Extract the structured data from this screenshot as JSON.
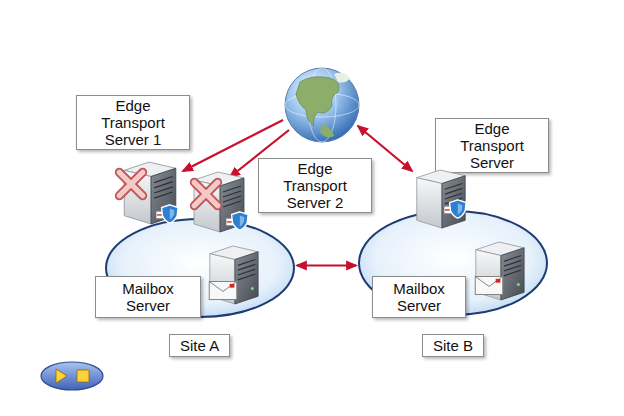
{
  "diagram": {
    "nodes": [
      {
        "text": [
          "Edge Transport Server 1"
        ]
      },
      {
        "text": [
          "Edge Transport Server 2"
        ]
      },
      {
        "text": [
          "Edge Transport Server"
        ]
      },
      {
        "text": [
          "Site A"
        ]
      },
      {
        "text": [
          "Mailbox Server"
        ],
        "in": 3
      },
      {
        "text": [
          "Site B"
        ]
      },
      {
        "text": [
          "Mailbox Server"
        ],
        "in": 5
      }
    ],
    "edges": [
      {
        "from": 3,
        "to": 5,
        "arrow": "both"
      }
    ]
  }
}
